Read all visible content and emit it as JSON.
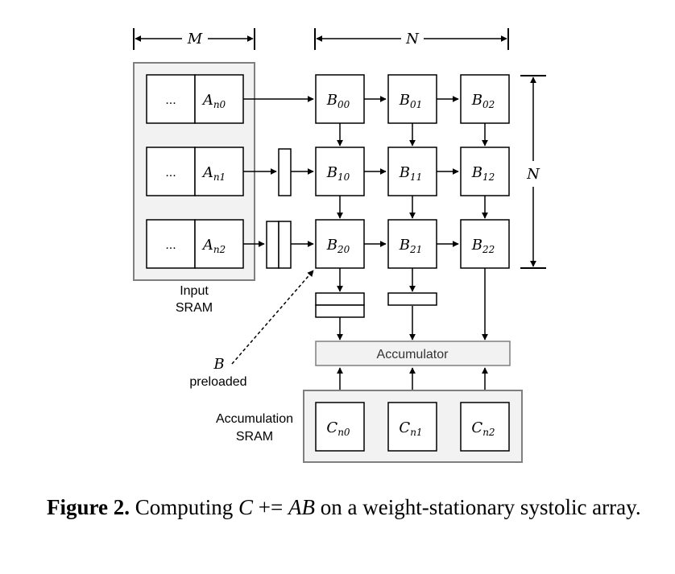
{
  "dims": {
    "m": "M",
    "n_top": "N",
    "n_right": "N"
  },
  "sram_in": {
    "rows": [
      {
        "ellipsis": "...",
        "var": "A",
        "sub": "n0"
      },
      {
        "ellipsis": "...",
        "var": "A",
        "sub": "n1"
      },
      {
        "ellipsis": "...",
        "var": "A",
        "sub": "n2"
      }
    ],
    "label_line1": "Input",
    "label_line2": "SRAM"
  },
  "pe_grid": [
    [
      {
        "var": "B",
        "sub": "00"
      },
      {
        "var": "B",
        "sub": "01"
      },
      {
        "var": "B",
        "sub": "02"
      }
    ],
    [
      {
        "var": "B",
        "sub": "10"
      },
      {
        "var": "B",
        "sub": "11"
      },
      {
        "var": "B",
        "sub": "12"
      }
    ],
    [
      {
        "var": "B",
        "sub": "20"
      },
      {
        "var": "B",
        "sub": "21"
      },
      {
        "var": "B",
        "sub": "22"
      }
    ]
  ],
  "accumulator": "Accumulator",
  "preload": {
    "var": "B",
    "word": "preloaded"
  },
  "sram_acc": {
    "label_line1": "Accumulation",
    "label_line2": "SRAM",
    "cells": [
      {
        "var": "C",
        "sub": "n0"
      },
      {
        "var": "C",
        "sub": "n1"
      },
      {
        "var": "C",
        "sub": "n2"
      }
    ]
  },
  "caption": {
    "label": "Figure 2.",
    "t1": " Computing ",
    "m1": "C",
    "t2": " += ",
    "m2": "AB",
    "t3": " on a weight-stationary systolic array."
  }
}
